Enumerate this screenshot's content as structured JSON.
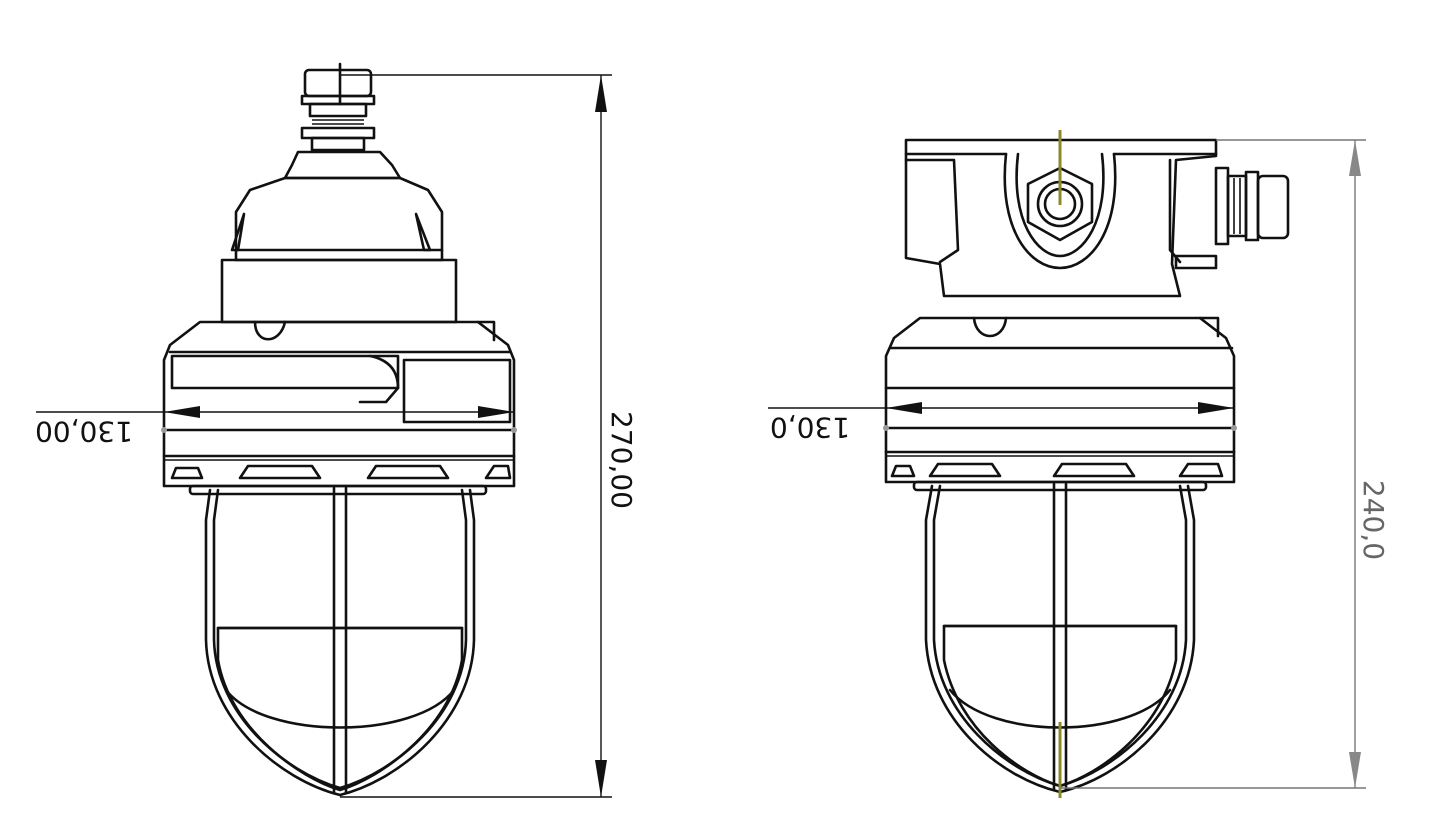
{
  "views": {
    "front": {
      "height_dim": "270,00",
      "width_dim": "130,00"
    },
    "side": {
      "height_dim": "240,0",
      "width_dim": "130,0"
    }
  },
  "colors": {
    "line": "#111111",
    "axis": "#8a8a2a",
    "dim_grey": "#777777"
  }
}
